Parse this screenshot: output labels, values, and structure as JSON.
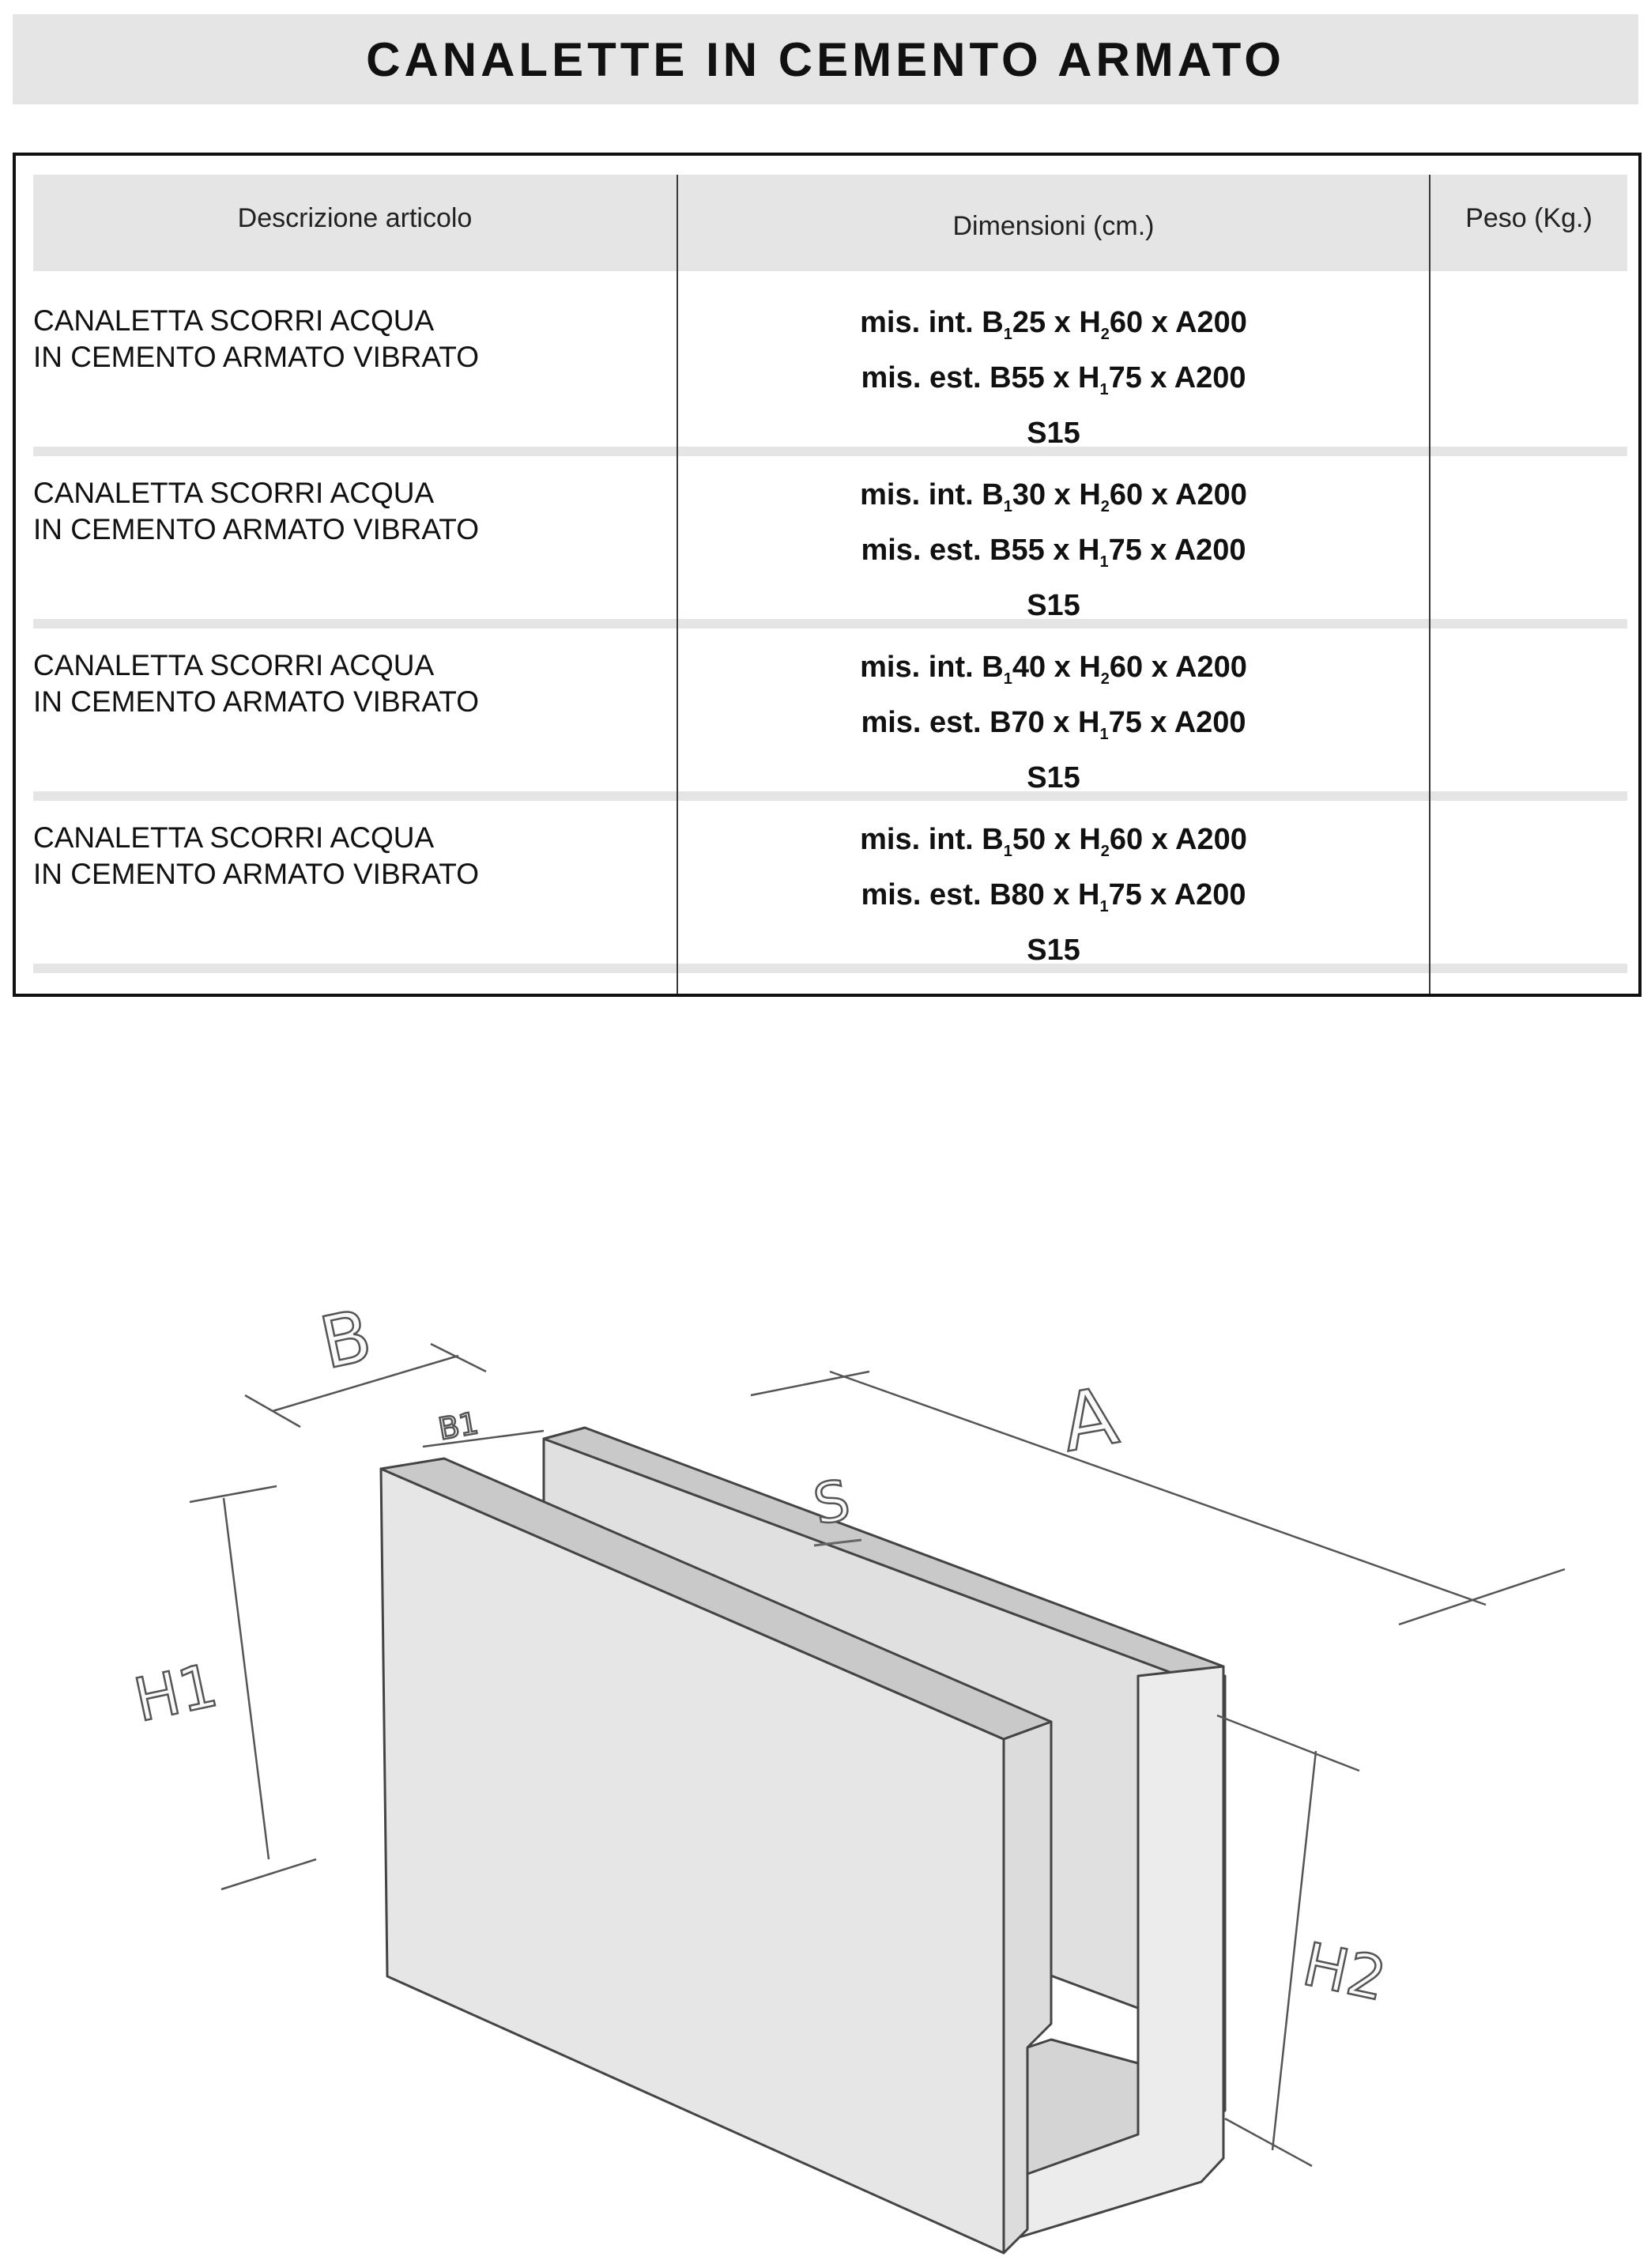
{
  "title": "CANALETTE IN CEMENTO ARMATO",
  "table": {
    "headers": {
      "description": "Descrizione articolo",
      "dimensions": "Dimensioni (cm.)",
      "weight": "Peso (Kg.)"
    },
    "rows": [
      {
        "desc_line1": "CANALETTA SCORRI ACQUA",
        "desc_line2": "IN CEMENTO ARMATO VIBRATO",
        "int": {
          "prefix": "mis. int. B",
          "b_sub": "1",
          "b_val": "25 x H",
          "h_sub": "2",
          "rest": "60 x A200"
        },
        "est": {
          "prefix": "mis. est. B55 x H",
          "h_sub": "1",
          "rest": "75 x A200"
        },
        "s": "S15",
        "weight": ""
      },
      {
        "desc_line1": "CANALETTA SCORRI ACQUA",
        "desc_line2": "IN CEMENTO ARMATO VIBRATO",
        "int": {
          "prefix": "mis. int. B",
          "b_sub": "1",
          "b_val": "30 x H",
          "h_sub": "2",
          "rest": "60 x A200"
        },
        "est": {
          "prefix": "mis. est. B55 x H",
          "h_sub": "1",
          "rest": "75 x A200"
        },
        "s": "S15",
        "weight": ""
      },
      {
        "desc_line1": "CANALETTA SCORRI ACQUA",
        "desc_line2": "IN CEMENTO ARMATO VIBRATO",
        "int": {
          "prefix": "mis. int. B",
          "b_sub": "1",
          "b_val": "40 x H",
          "h_sub": "2",
          "rest": "60 x A200"
        },
        "est": {
          "prefix": "mis. est. B70 x H",
          "h_sub": "1",
          "rest": "75 x A200"
        },
        "s": "S15",
        "weight": ""
      },
      {
        "desc_line1": "CANALETTA SCORRI ACQUA",
        "desc_line2": "IN CEMENTO ARMATO VIBRATO",
        "int": {
          "prefix": "mis. int. B",
          "b_sub": "1",
          "b_val": "50 x H",
          "h_sub": "2",
          "rest": "60 x A200"
        },
        "est": {
          "prefix": "mis. est. B80 x H",
          "h_sub": "1",
          "rest": "75 x A200"
        },
        "s": "S15",
        "weight": ""
      }
    ]
  },
  "diagram": {
    "labels": {
      "b": "B",
      "b1": "B1",
      "a": "A",
      "s": "S",
      "h1": "H1",
      "h2": "H2"
    },
    "colors": {
      "top_face": "#c9c9c9",
      "front_face": "#e6e6e6",
      "inner_face": "#dedede",
      "edge": "#444444",
      "dim_line": "#555555"
    }
  }
}
